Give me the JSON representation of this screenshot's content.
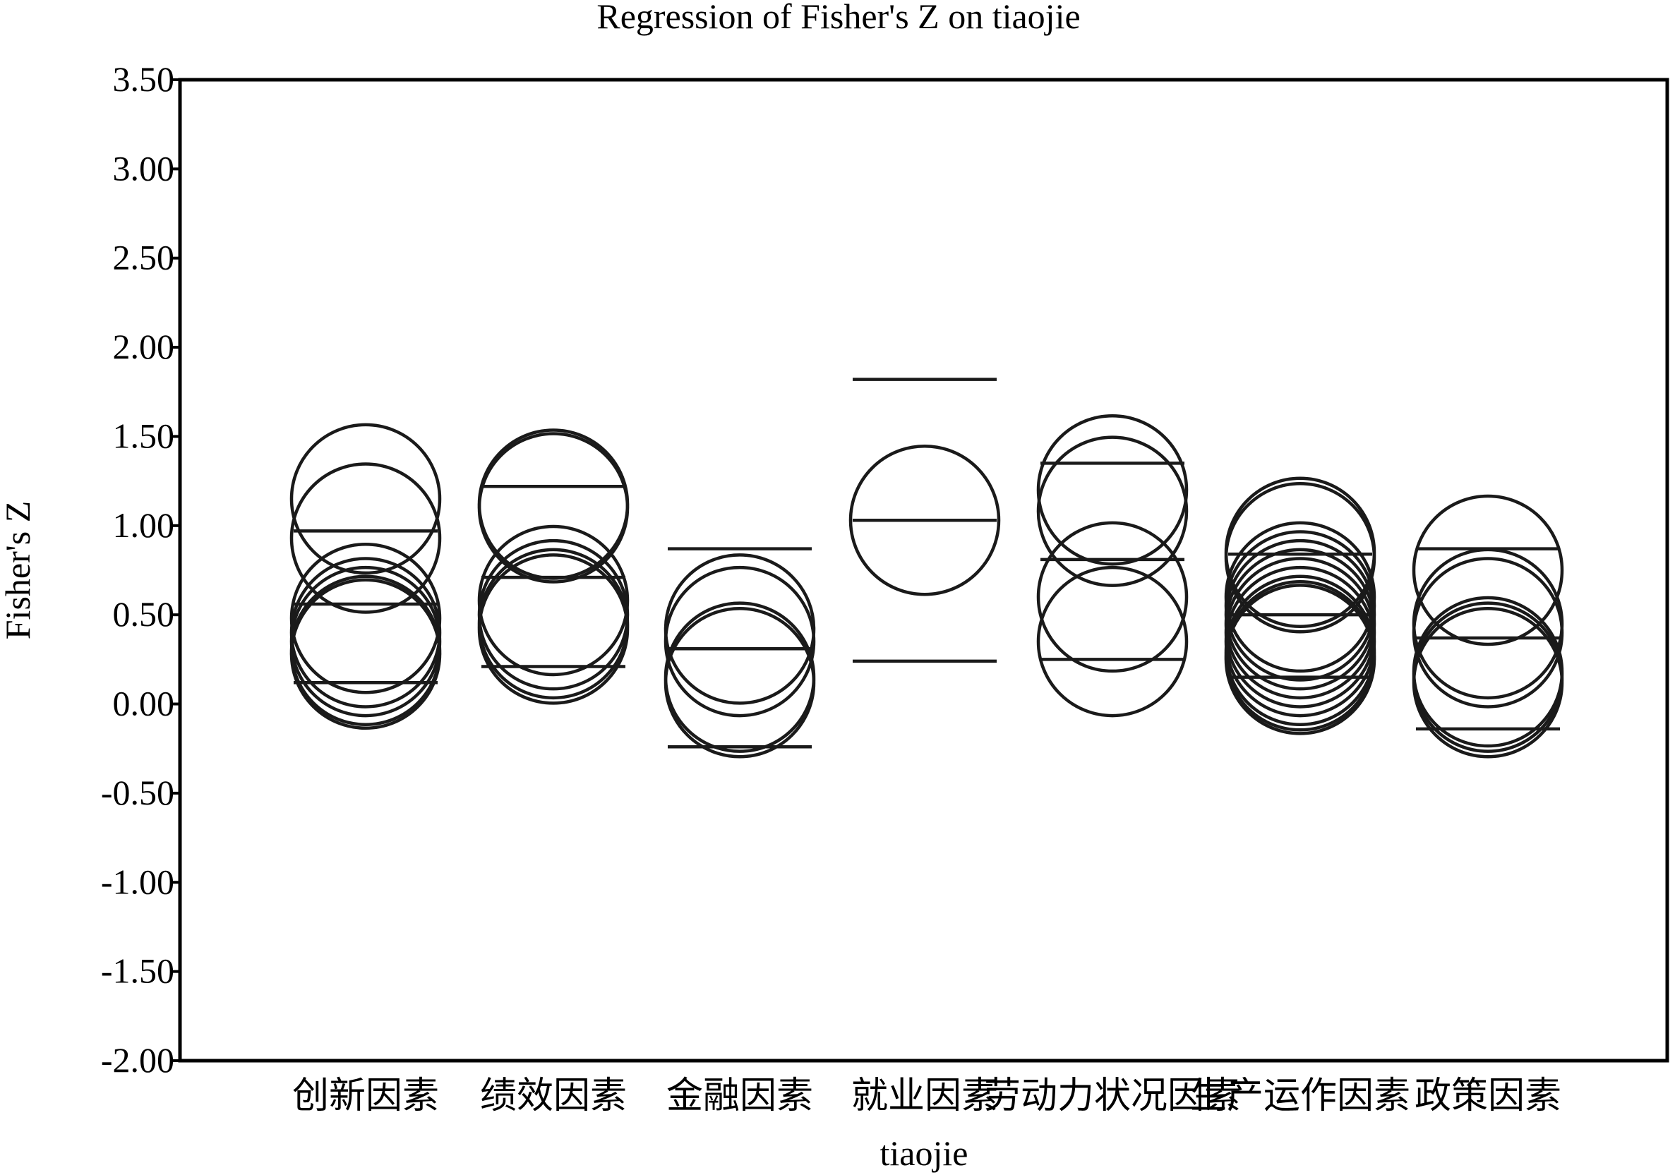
{
  "chart_data": {
    "type": "scatter",
    "title": "Regression of Fisher's Z on tiaojie",
    "xlabel": "tiaojie",
    "ylabel": "Fisher's Z",
    "ylim": [
      -2.0,
      3.5
    ],
    "yticks": [
      3.5,
      3.0,
      2.5,
      2.0,
      1.5,
      1.0,
      0.5,
      0.0,
      -0.5,
      -1.0,
      -1.5,
      -2.0
    ],
    "ytick_labels": [
      "3.50",
      "3.00",
      "2.50",
      "2.00",
      "1.50",
      "1.00",
      "0.50",
      "0.00",
      "-0.50",
      "-1.00",
      "-1.50",
      "-2.00"
    ],
    "categories": [
      "创新因素",
      "绩效因素",
      "金融因素",
      "就业因素",
      "劳动力状况因素",
      "生产运作因素",
      "政策因素"
    ],
    "grid": false,
    "groups": [
      {
        "category": "创新因素",
        "estimate": 0.56,
        "ci_lower": 0.12,
        "ci_upper": 0.97,
        "studies": [
          1.15,
          0.93,
          0.48,
          0.4,
          0.35,
          0.3,
          0.28
        ]
      },
      {
        "category": "绩效因素",
        "estimate": 0.71,
        "ci_lower": 0.21,
        "ci_upper": 1.22,
        "studies": [
          1.12,
          1.1,
          0.58,
          0.5,
          0.45,
          0.42
        ]
      },
      {
        "category": "金融因素",
        "estimate": 0.31,
        "ci_lower": -0.24,
        "ci_upper": 0.87,
        "studies": [
          0.42,
          0.35,
          0.15,
          0.12
        ]
      },
      {
        "category": "就业因素",
        "estimate": 1.03,
        "ci_lower": 0.24,
        "ci_upper": 1.82,
        "studies": [
          1.03
        ]
      },
      {
        "category": "劳动力状况因素",
        "estimate": 0.81,
        "ci_lower": 0.25,
        "ci_upper": 1.35,
        "studies": [
          1.2,
          1.08,
          0.6,
          0.35
        ]
      },
      {
        "category": "生产运作因素",
        "estimate": 0.5,
        "ci_lower": 0.15,
        "ci_upper": 0.84,
        "studies": [
          0.85,
          0.82,
          0.6,
          0.55,
          0.5,
          0.45,
          0.4,
          0.35,
          0.3,
          0.27,
          0.25
        ]
      },
      {
        "category": "政策因素",
        "estimate": 0.37,
        "ci_lower": -0.14,
        "ci_upper": 0.87,
        "studies": [
          0.75,
          0.45,
          0.4,
          0.18,
          0.15,
          0.12
        ]
      }
    ]
  }
}
